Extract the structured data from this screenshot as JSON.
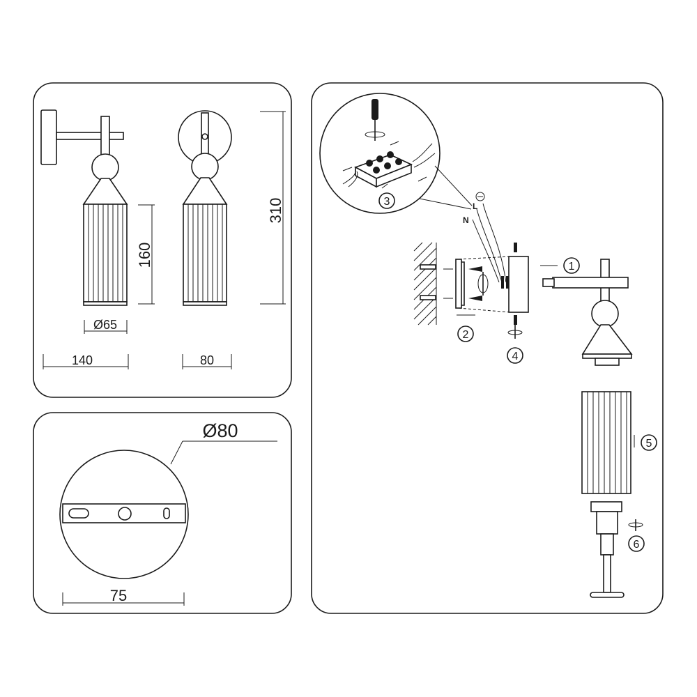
{
  "dimensions": {
    "width_140": "140",
    "width_80": "80",
    "height_310": "310",
    "height_160": "160",
    "diameter_65": "Ø65",
    "diameter_80": "Ø80",
    "plate_75": "75"
  },
  "steps": [
    "1",
    "2",
    "3",
    "4",
    "5",
    "6"
  ],
  "wire_labels": {
    "live": "L",
    "neutral": "N"
  },
  "colors": {
    "line": "#1a1a1a",
    "panel_border": "#1a1a1a",
    "background": "#ffffff"
  },
  "icons": [
    "ground-symbol-icon",
    "screwdriver-icon",
    "rotate-arrow-icon",
    "direction-arrow-icon"
  ]
}
